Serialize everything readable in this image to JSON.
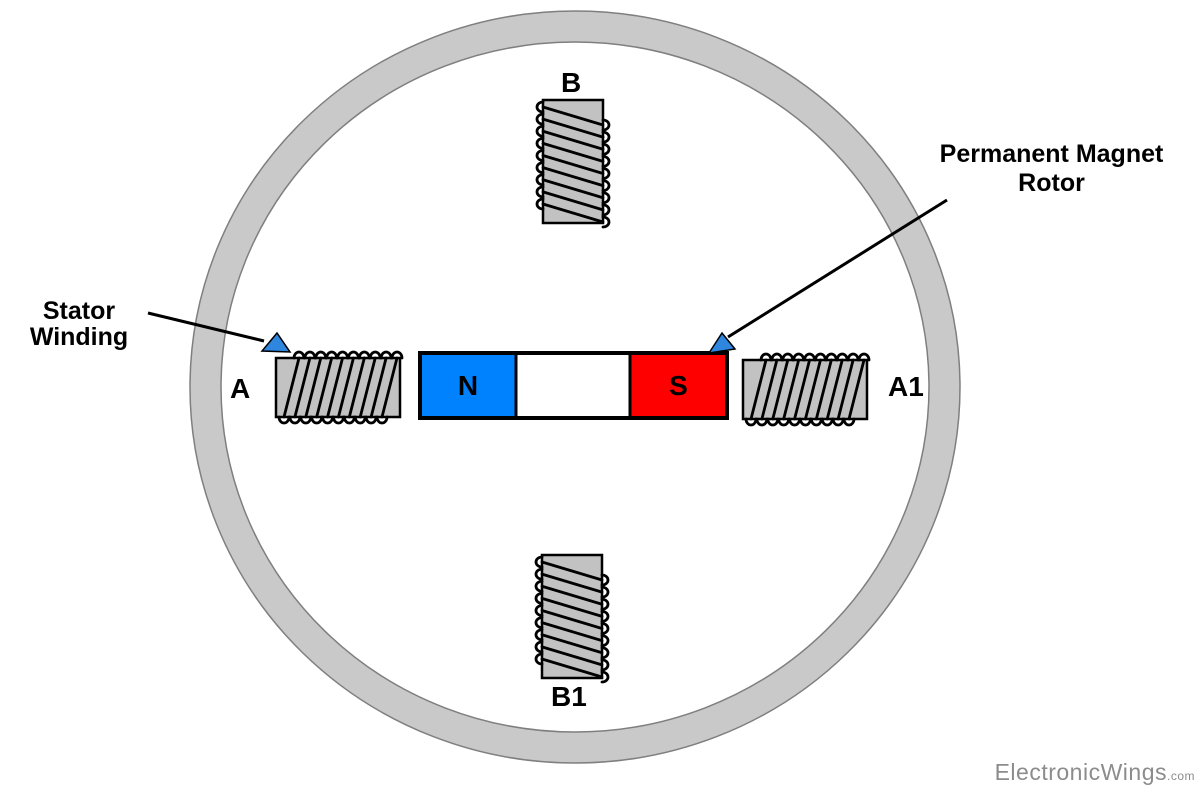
{
  "labels": {
    "stator_winding": "Stator Winding",
    "permanent_magnet_rotor": "Permanent Magnet Rotor"
  },
  "coils": {
    "left": "A",
    "right": "A1",
    "top": "B",
    "bottom": "B1"
  },
  "rotor": {
    "north": "N",
    "south": "S"
  },
  "colors": {
    "north_pole_blue": "#0082FF",
    "south_pole_red": "#FF0000",
    "stator_ring_gray": "#C9C9C9",
    "coil_body_gray": "#C2C2C2",
    "arrowhead_blue": "#2E86DE",
    "outline_black": "#000000",
    "watermark_gray": "#8C8C8C"
  },
  "watermark": {
    "brand": "ElectronicWings",
    "tld": ".com"
  }
}
